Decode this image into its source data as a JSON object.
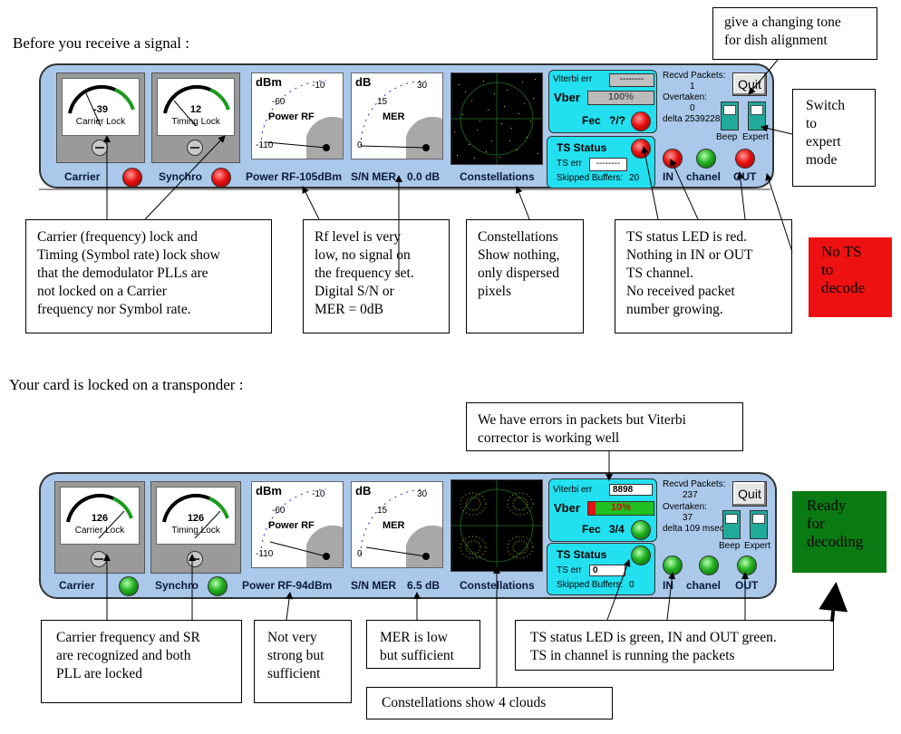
{
  "headings": {
    "top": "Before you receive a signal :",
    "bottom": "Your card is locked on a transponder :"
  },
  "panel_labels": {
    "carrier": "Carrier",
    "synchro": "Synchro",
    "sn_mer": "S/N MER",
    "constellations": "Constellations",
    "in": "IN",
    "chanel": "chanel",
    "out": "OUT",
    "beep": "Beep",
    "expert": "Expert",
    "quit": "Quit",
    "ts_status": "TS Status",
    "ts_err": "TS err",
    "viterbi_err": "Viterbi err",
    "vber": "Vber",
    "fec": "Fec",
    "recvd_packets": "Recvd Packets:",
    "overtaken": "Overtaken:",
    "skipped_buffers": "Skipped Buffers:"
  },
  "dials": {
    "carrier_lock": "Carrier Lock",
    "timing_lock": "Timing Lock",
    "dbm": "dBm",
    "db": "dB",
    "power_rf": "Power RF",
    "mer": "MER",
    "t_m10": "-10",
    "t_m60": "-60",
    "t_m110": "-110",
    "t_30": "30",
    "t_15": "15",
    "t_0": "0"
  },
  "top": {
    "carrier_value": "-39",
    "timing_value": "12",
    "power_rf_label": "Power RF-105dBm",
    "mer_value": "0.0 dB",
    "viterbi_err": "--------",
    "vber": "100%",
    "fec": "?/?",
    "ts_err": "--------",
    "skipped": "20",
    "recvd": "1",
    "overtaken": "0",
    "delta": "delta 2539228",
    "leds": {
      "carrier": "red",
      "synchro": "red",
      "fec": "red",
      "ts": "red",
      "in": "red",
      "chanel": "green",
      "out": "red"
    }
  },
  "bottom": {
    "carrier_value": "126",
    "timing_value": "126",
    "power_rf_label": "Power RF-94dBm",
    "mer_value": "6.5 dB",
    "viterbi_err": "8898",
    "vber": "10%",
    "fec": "3/4",
    "ts_err": "0",
    "skipped": "0",
    "recvd": "237",
    "overtaken": "37",
    "delta": "delta 109 msec",
    "leds": {
      "carrier": "green",
      "synchro": "green",
      "fec": "green",
      "ts": "green",
      "in": "green",
      "chanel": "green",
      "out": "green"
    }
  },
  "callouts": {
    "tone": [
      "give a changing tone",
      "for dish alignment"
    ],
    "expert": [
      "Switch",
      "to",
      "expert",
      "mode"
    ],
    "no_ts": [
      "No TS",
      "to",
      "decode"
    ],
    "carrier_lock": [
      "Carrier (frequency) lock and",
      "Timing (Symbol rate) lock show",
      "that the demodulator PLLs are",
      "not locked on a Carrier",
      "frequency nor Symbol rate."
    ],
    "rf_level": [
      "Rf level is very",
      "low, no signal on",
      "the frequency set.",
      "Digital S/N or",
      "MER = 0dB"
    ],
    "constellations_top": [
      "Constellations",
      "Show nothing,",
      "only dispersed",
      "pixels"
    ],
    "ts_status_top": [
      "TS status LED is red.",
      "Nothing in IN or OUT",
      "TS channel.",
      "No received packet",
      "number growing."
    ],
    "errors": [
      "We have errors in packets but Viterbi",
      "corrector is working well"
    ],
    "ready": [
      "Ready",
      "for",
      "decoding"
    ],
    "carrier_sr": [
      "Carrier frequency and SR",
      "are recognized and both",
      "PLL are locked"
    ],
    "not_strong": [
      "Not very",
      "strong but",
      "sufficient"
    ],
    "mer_low": [
      "MER is low",
      "but sufficient"
    ],
    "ts_green": [
      "TS status LED is green, IN and OUT green.",
      "TS in channel is running the packets"
    ],
    "constellations_bottom": [
      "Constellations show 4 clouds"
    ]
  },
  "colors": {
    "panel": "#a9c8ea",
    "cyan": "#22e0ef",
    "red_box": "#ee1111",
    "green_box": "#0a7a12",
    "led_red": "#e81010",
    "led_green": "#20b020"
  }
}
